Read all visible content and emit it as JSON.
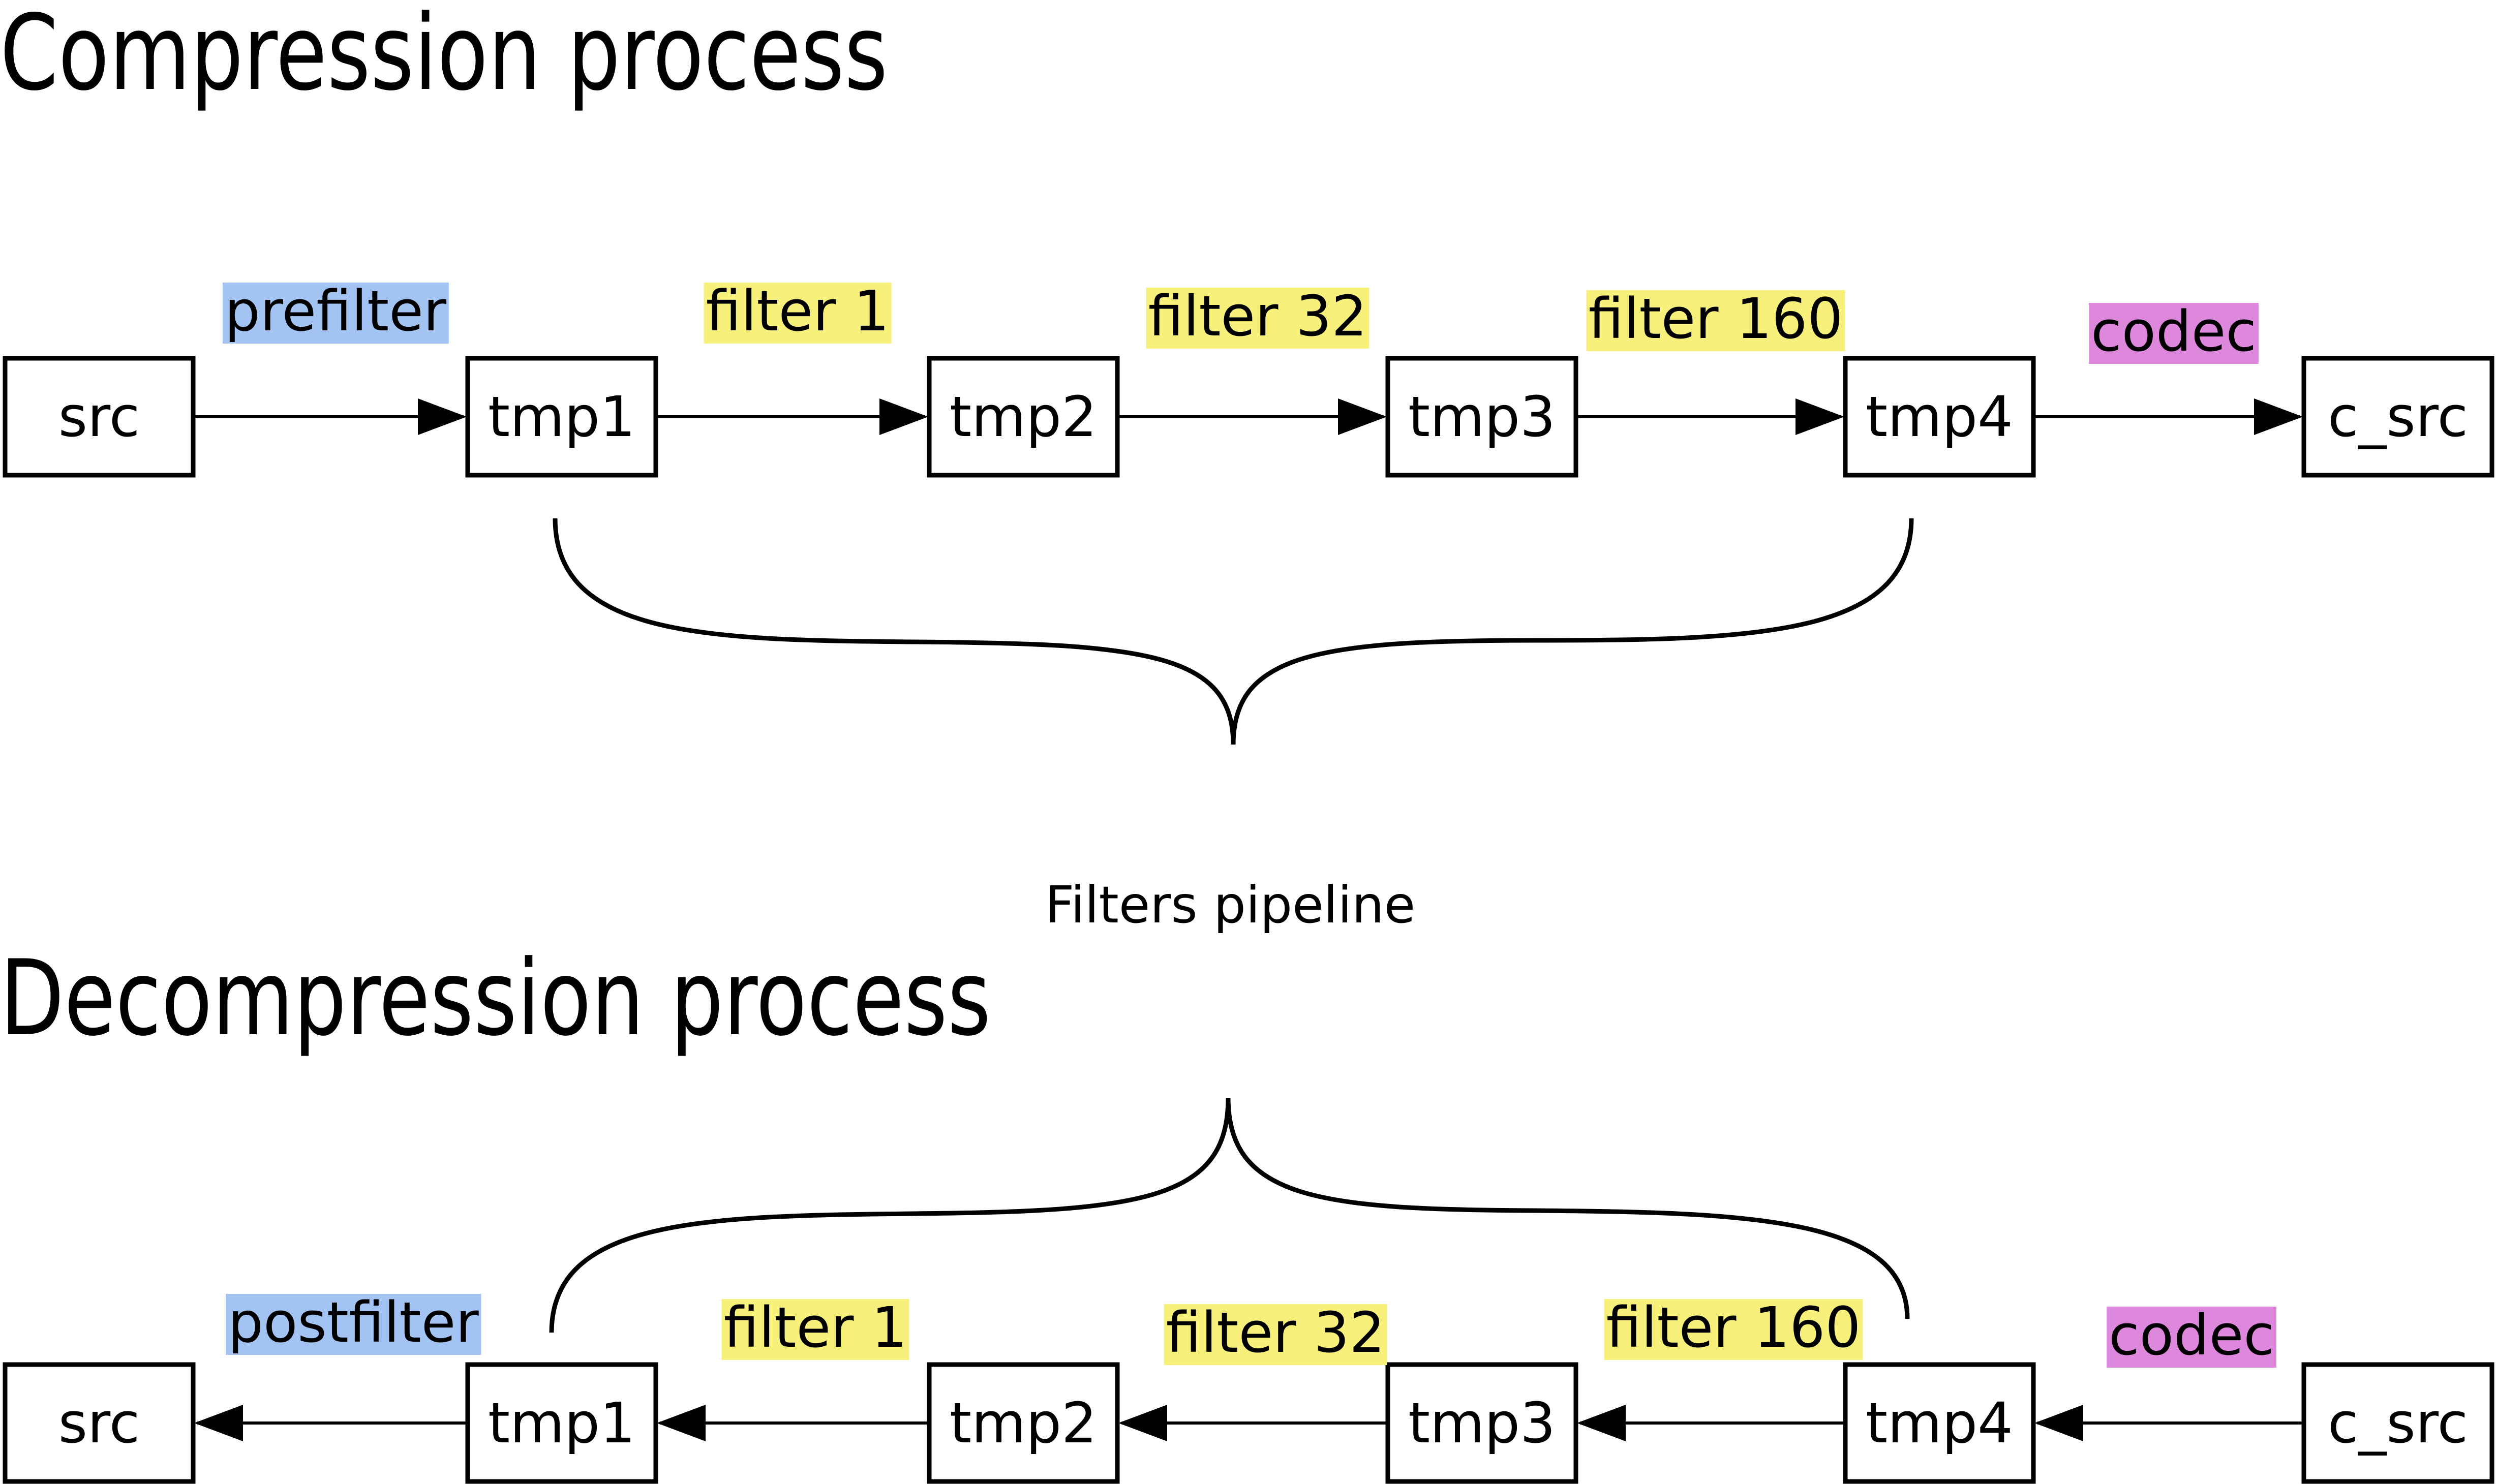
{
  "compression": {
    "title": "Compression process",
    "nodes": [
      "src",
      "tmp1",
      "tmp2",
      "tmp3",
      "tmp4",
      "c_src"
    ],
    "labels": [
      {
        "text": "prefilter",
        "color": "#a3c4f3"
      },
      {
        "text": "filter 1",
        "color": "#f7f07a"
      },
      {
        "text": "filter 32",
        "color": "#f7f07a"
      },
      {
        "text": "filter 160",
        "color": "#f7f07a"
      },
      {
        "text": "codec",
        "color": "#dd88dd"
      }
    ]
  },
  "pipeline_caption": "Filters pipeline",
  "decompression": {
    "title": "Decompression process",
    "nodes": [
      "src",
      "tmp1",
      "tmp2",
      "tmp3",
      "tmp4",
      "c_src"
    ],
    "labels": [
      {
        "text": "postfilter",
        "color": "#a3c4f3"
      },
      {
        "text": "filter 1",
        "color": "#f7f07a"
      },
      {
        "text": "filter 32",
        "color": "#f7f07a"
      },
      {
        "text": "filter 160",
        "color": "#f7f07a"
      },
      {
        "text": "codec",
        "color": "#dd88dd"
      }
    ]
  }
}
